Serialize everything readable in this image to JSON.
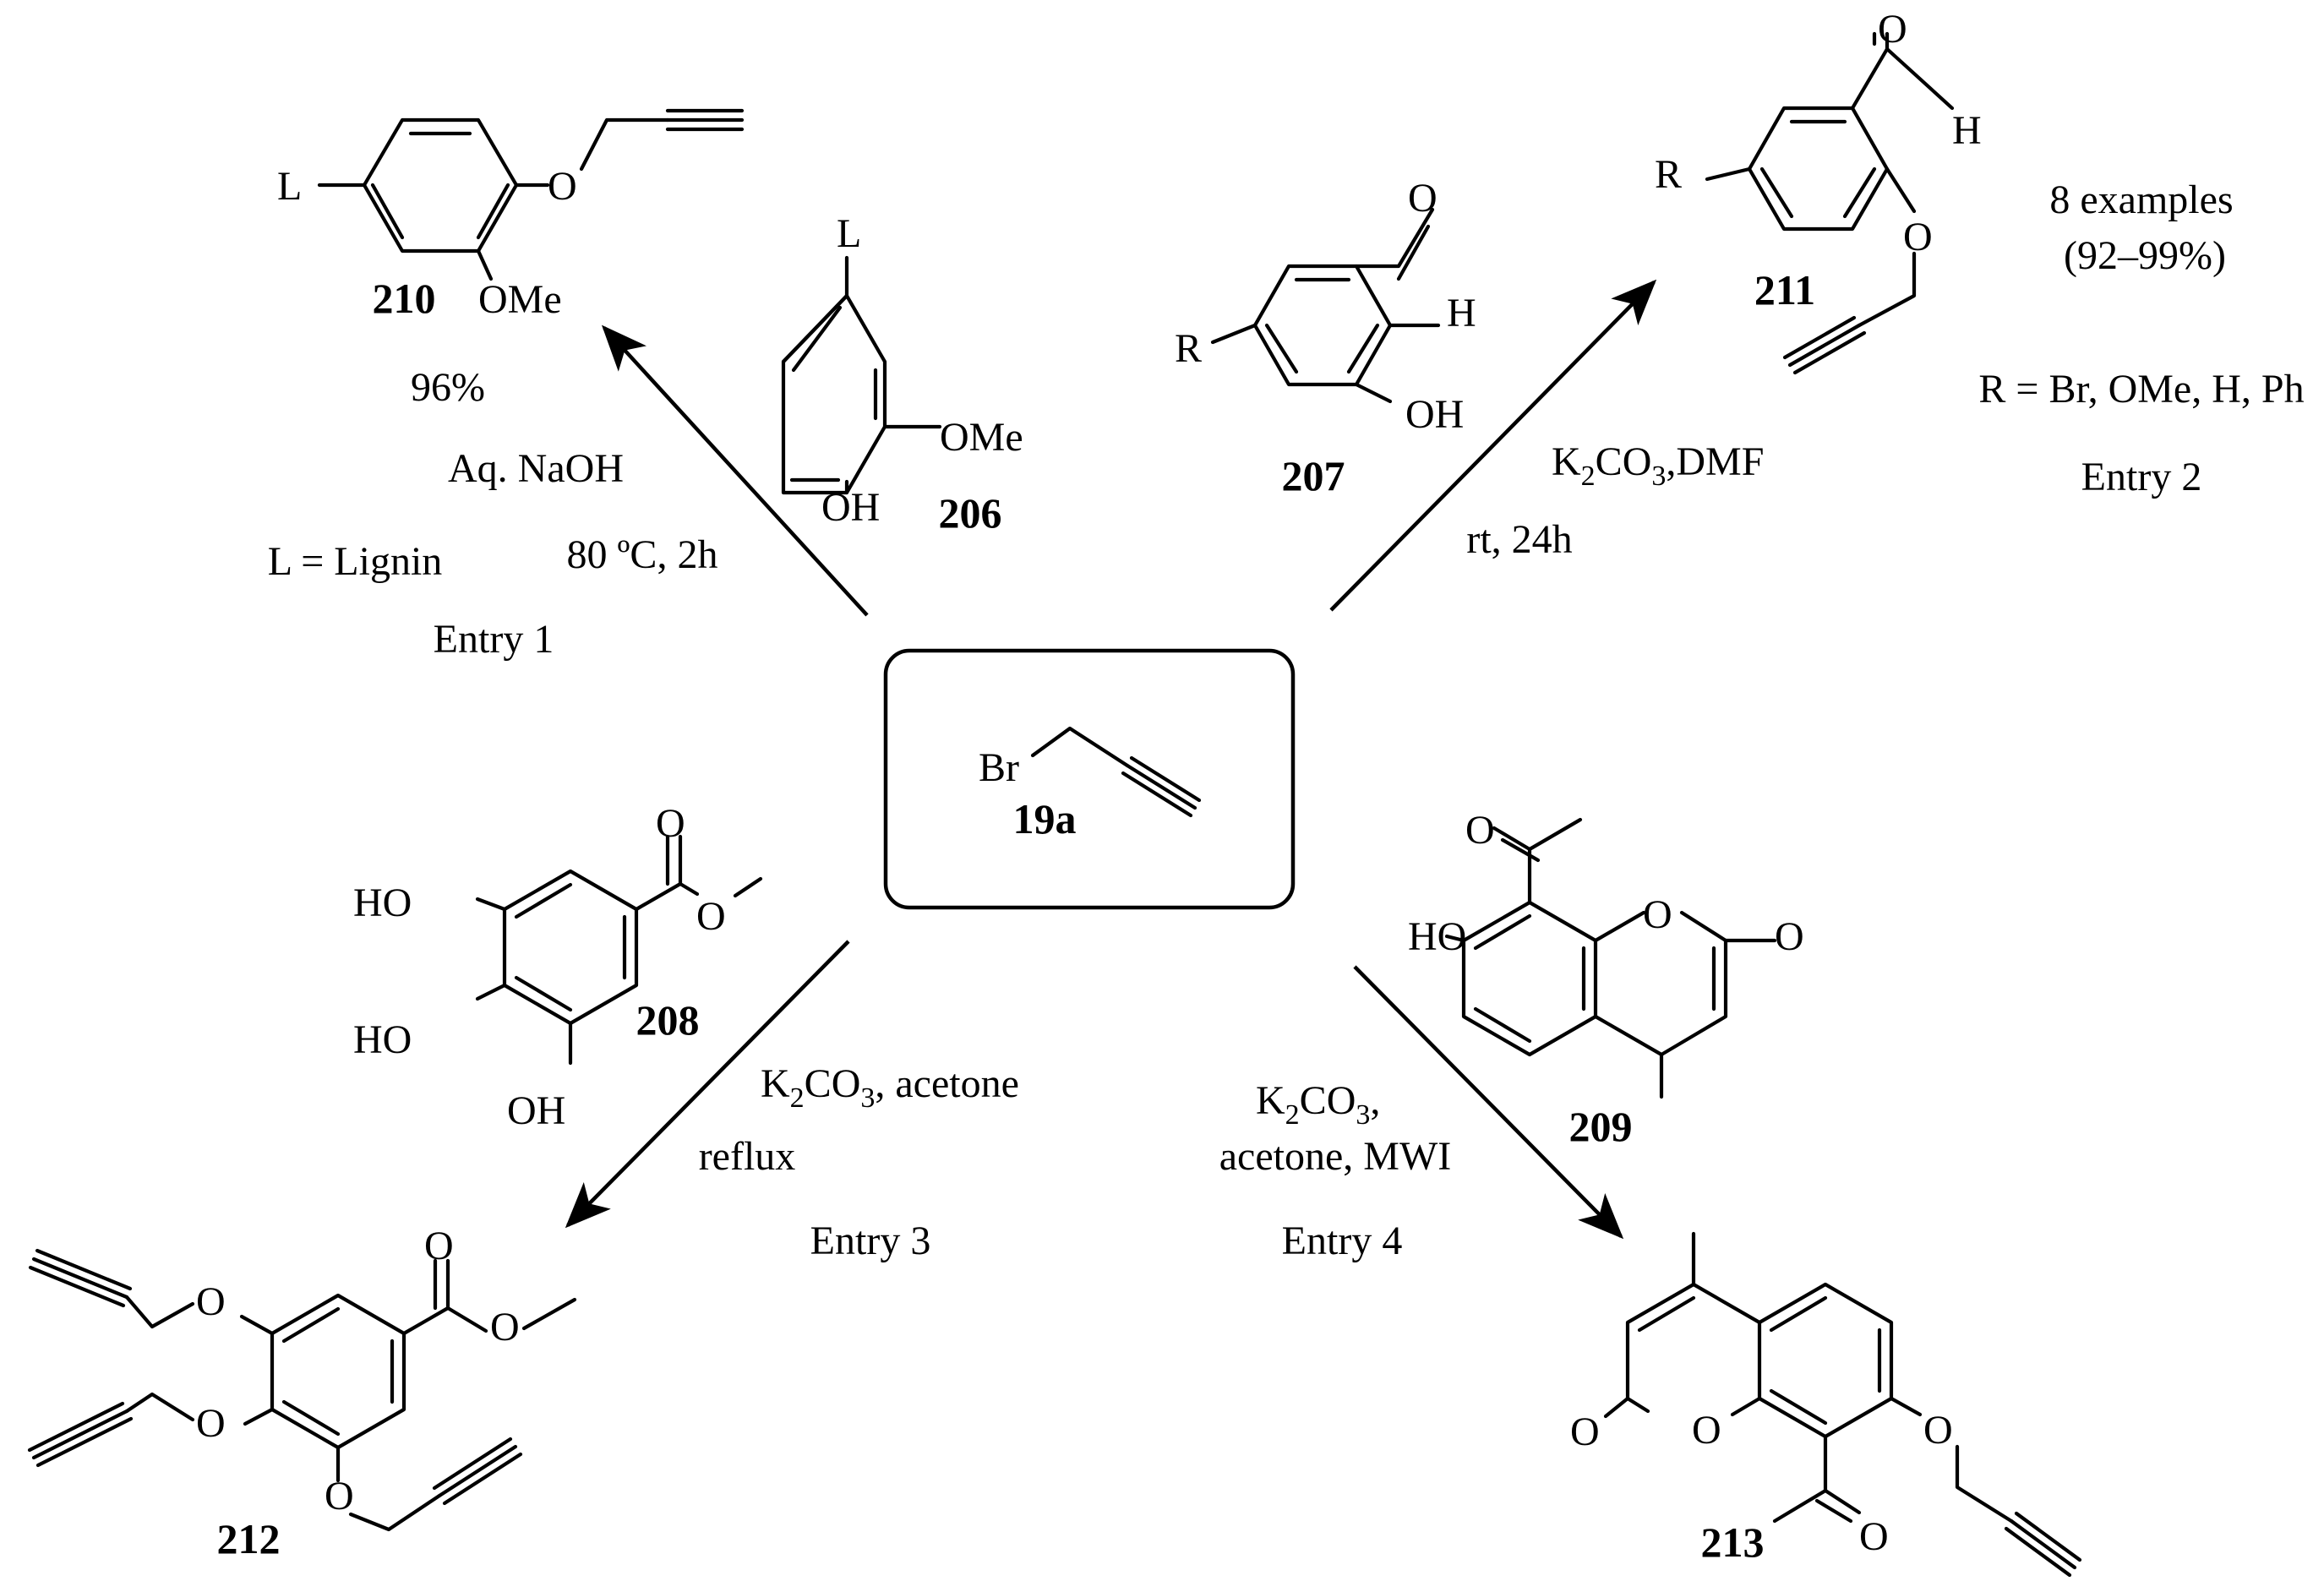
{
  "reagent": {
    "atom": "Br",
    "id": "19a"
  },
  "compounds": {
    "c206": {
      "id": "206",
      "substituent": "L",
      "ome": "OMe",
      "oh": "OH"
    },
    "c207": {
      "id": "207",
      "r": "R",
      "o": "O",
      "h": "H",
      "oh": "OH"
    },
    "c208": {
      "id": "208",
      "ho1": "HO",
      "ho2": "HO",
      "oh": "OH",
      "o_carbonyl": "O",
      "o_ester": "O"
    },
    "c209": {
      "id": "209",
      "ho": "HO",
      "o_acetyl": "O",
      "o_ring": "O",
      "o_lactone": "O"
    },
    "c210": {
      "id": "210",
      "substituent": "L",
      "o": "O",
      "ome": "OMe",
      "yield": "96%"
    },
    "c211": {
      "id": "211",
      "r": "R",
      "o": "O",
      "h": "H",
      "o_ether": "O"
    },
    "c212": {
      "id": "212",
      "o1": "O",
      "o2": "O",
      "o3": "O",
      "o_carbonyl": "O",
      "o_ester": "O"
    },
    "c213": {
      "id": "213",
      "o_lactone": "O",
      "o_ring": "O",
      "o_ether": "O",
      "o_acetyl": "O"
    }
  },
  "entries": {
    "entry1": {
      "reagent": "Aq. NaOH",
      "temp": "80 ºC, 2h",
      "note": "L = Lignin",
      "label": "Entry 1"
    },
    "entry2": {
      "reagent_k2": "K",
      "reagent_sub2": "2",
      "reagent_co": "CO",
      "reagent_sub3": "3",
      "reagent_dmf": ",DMF",
      "cond": "rt, 24h",
      "examples": "8 examples",
      "yields": "(92–99%)",
      "r_def": "R = Br, OMe, H, Ph",
      "label": "Entry 2"
    },
    "entry3": {
      "reagent_k2": "K",
      "reagent_sub2": "2",
      "reagent_co": "CO",
      "reagent_sub3": "3",
      "reagent_rest": ", acetone",
      "cond": "reflux",
      "label": "Entry 3"
    },
    "entry4": {
      "reagent_k2": "K",
      "reagent_sub2": "2",
      "reagent_co": "CO",
      "reagent_sub3": "3",
      "reagent_rest": ",",
      "cond": "acetone, MWI",
      "label": "Entry 4"
    }
  }
}
